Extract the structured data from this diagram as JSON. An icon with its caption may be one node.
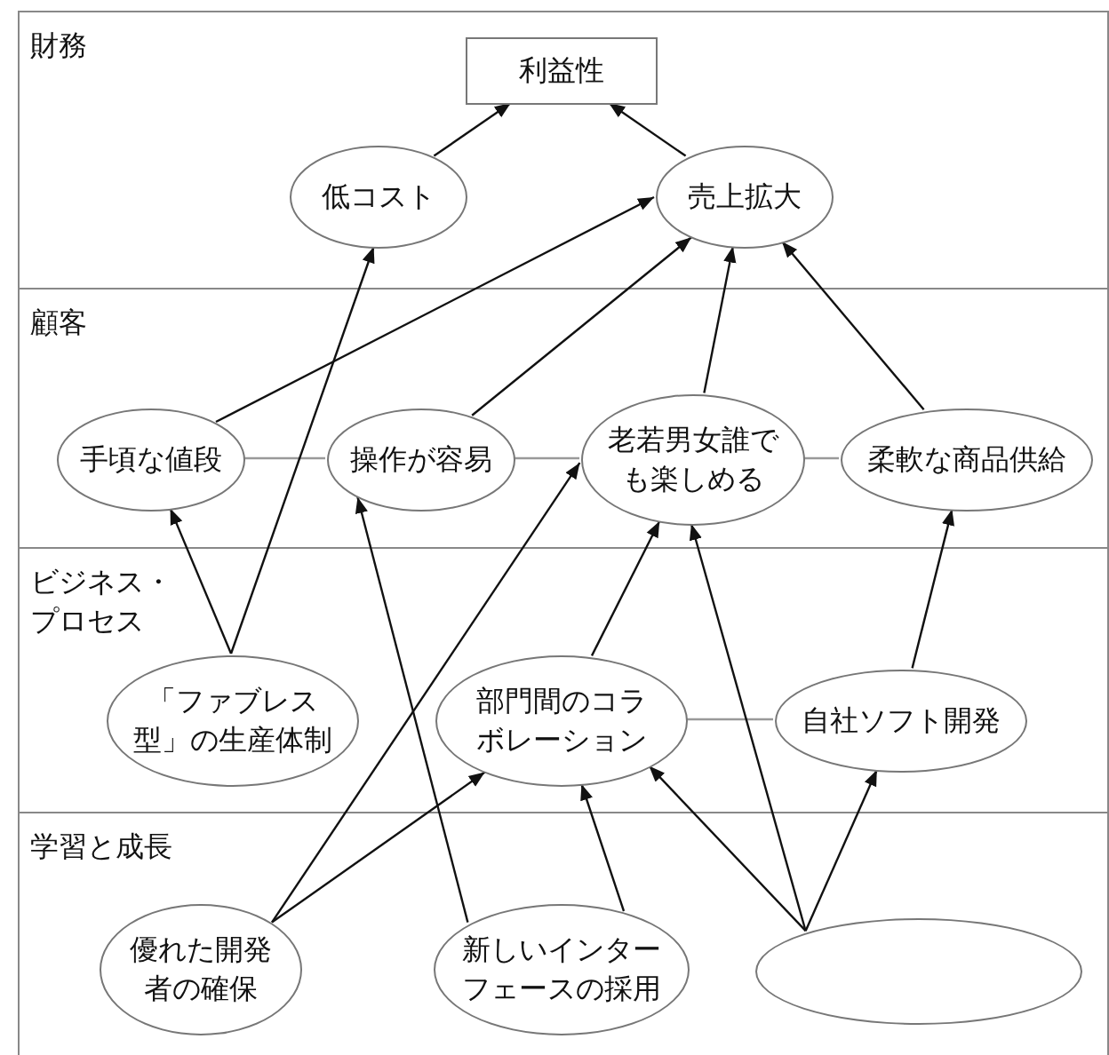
{
  "diagram": {
    "nodes": [
      {
        "text": [
          "財務"
        ]
      },
      {
        "text": [
          "顧客"
        ]
      },
      {
        "text": [
          "ビジネス・プロセス"
        ]
      },
      {
        "text": [
          "学習と成長"
        ]
      },
      {
        "text": [
          "利益性"
        ],
        "in": 0
      },
      {
        "text": [
          "低コスト"
        ],
        "in": 0
      },
      {
        "text": [
          "売上拡大"
        ],
        "in": 0
      },
      {
        "text": [
          "手頃な値段"
        ],
        "in": 1
      },
      {
        "text": [
          "操作が容易"
        ],
        "in": 1
      },
      {
        "text": [
          "老若男女誰でも楽しめる"
        ],
        "in": 1
      },
      {
        "text": [
          "柔軟な商品供給"
        ],
        "in": 1
      },
      {
        "text": [
          "「ファブレス型」の生産体制"
        ],
        "in": 2
      },
      {
        "text": [
          "部門間のコラボレーション"
        ],
        "in": 2
      },
      {
        "text": [
          "自社ソフト開発"
        ],
        "in": 2
      },
      {
        "text": [
          "優れた開発者の確保"
        ],
        "in": 3
      },
      {
        "text": [
          "新しいインターフェースの採用"
        ],
        "in": 3
      },
      {
        "text": [],
        "shape": "circle",
        "in": 3
      }
    ],
    "edges": [
      {
        "from": 5,
        "to": 4,
        "arrow": "to"
      },
      {
        "from": 6,
        "to": 4,
        "arrow": "to"
      },
      {
        "from": 7,
        "to": 6,
        "arrow": "to"
      },
      {
        "from": 8,
        "to": 6,
        "arrow": "to"
      },
      {
        "from": 9,
        "to": 6,
        "arrow": "to"
      },
      {
        "from": 10,
        "to": 6,
        "arrow": "to"
      },
      {
        "from": 7,
        "to": 8,
        "arrow": "none",
        "color": "#999999"
      },
      {
        "from": 8,
        "to": 9,
        "arrow": "none",
        "color": "#999999"
      },
      {
        "from": 9,
        "to": 10,
        "arrow": "none",
        "color": "#999999"
      },
      {
        "from": 11,
        "to": 7,
        "arrow": "to"
      },
      {
        "from": 11,
        "to": 5,
        "arrow": "to"
      },
      {
        "from": 12,
        "to": 9,
        "arrow": "to"
      },
      {
        "from": 12,
        "to": 13,
        "arrow": "none",
        "color": "#999999"
      },
      {
        "from": 13,
        "to": 10,
        "arrow": "to"
      },
      {
        "from": 14,
        "to": 9,
        "arrow": "to"
      },
      {
        "from": 14,
        "to": 12,
        "arrow": "to"
      },
      {
        "from": 15,
        "to": 8,
        "arrow": "to"
      },
      {
        "from": 15,
        "to": 12,
        "arrow": "to"
      },
      {
        "from": 16,
        "to": 12,
        "arrow": "to"
      },
      {
        "from": 16,
        "to": 9,
        "arrow": "to"
      },
      {
        "from": 16,
        "to": 13,
        "arrow": "to"
      }
    ]
  }
}
